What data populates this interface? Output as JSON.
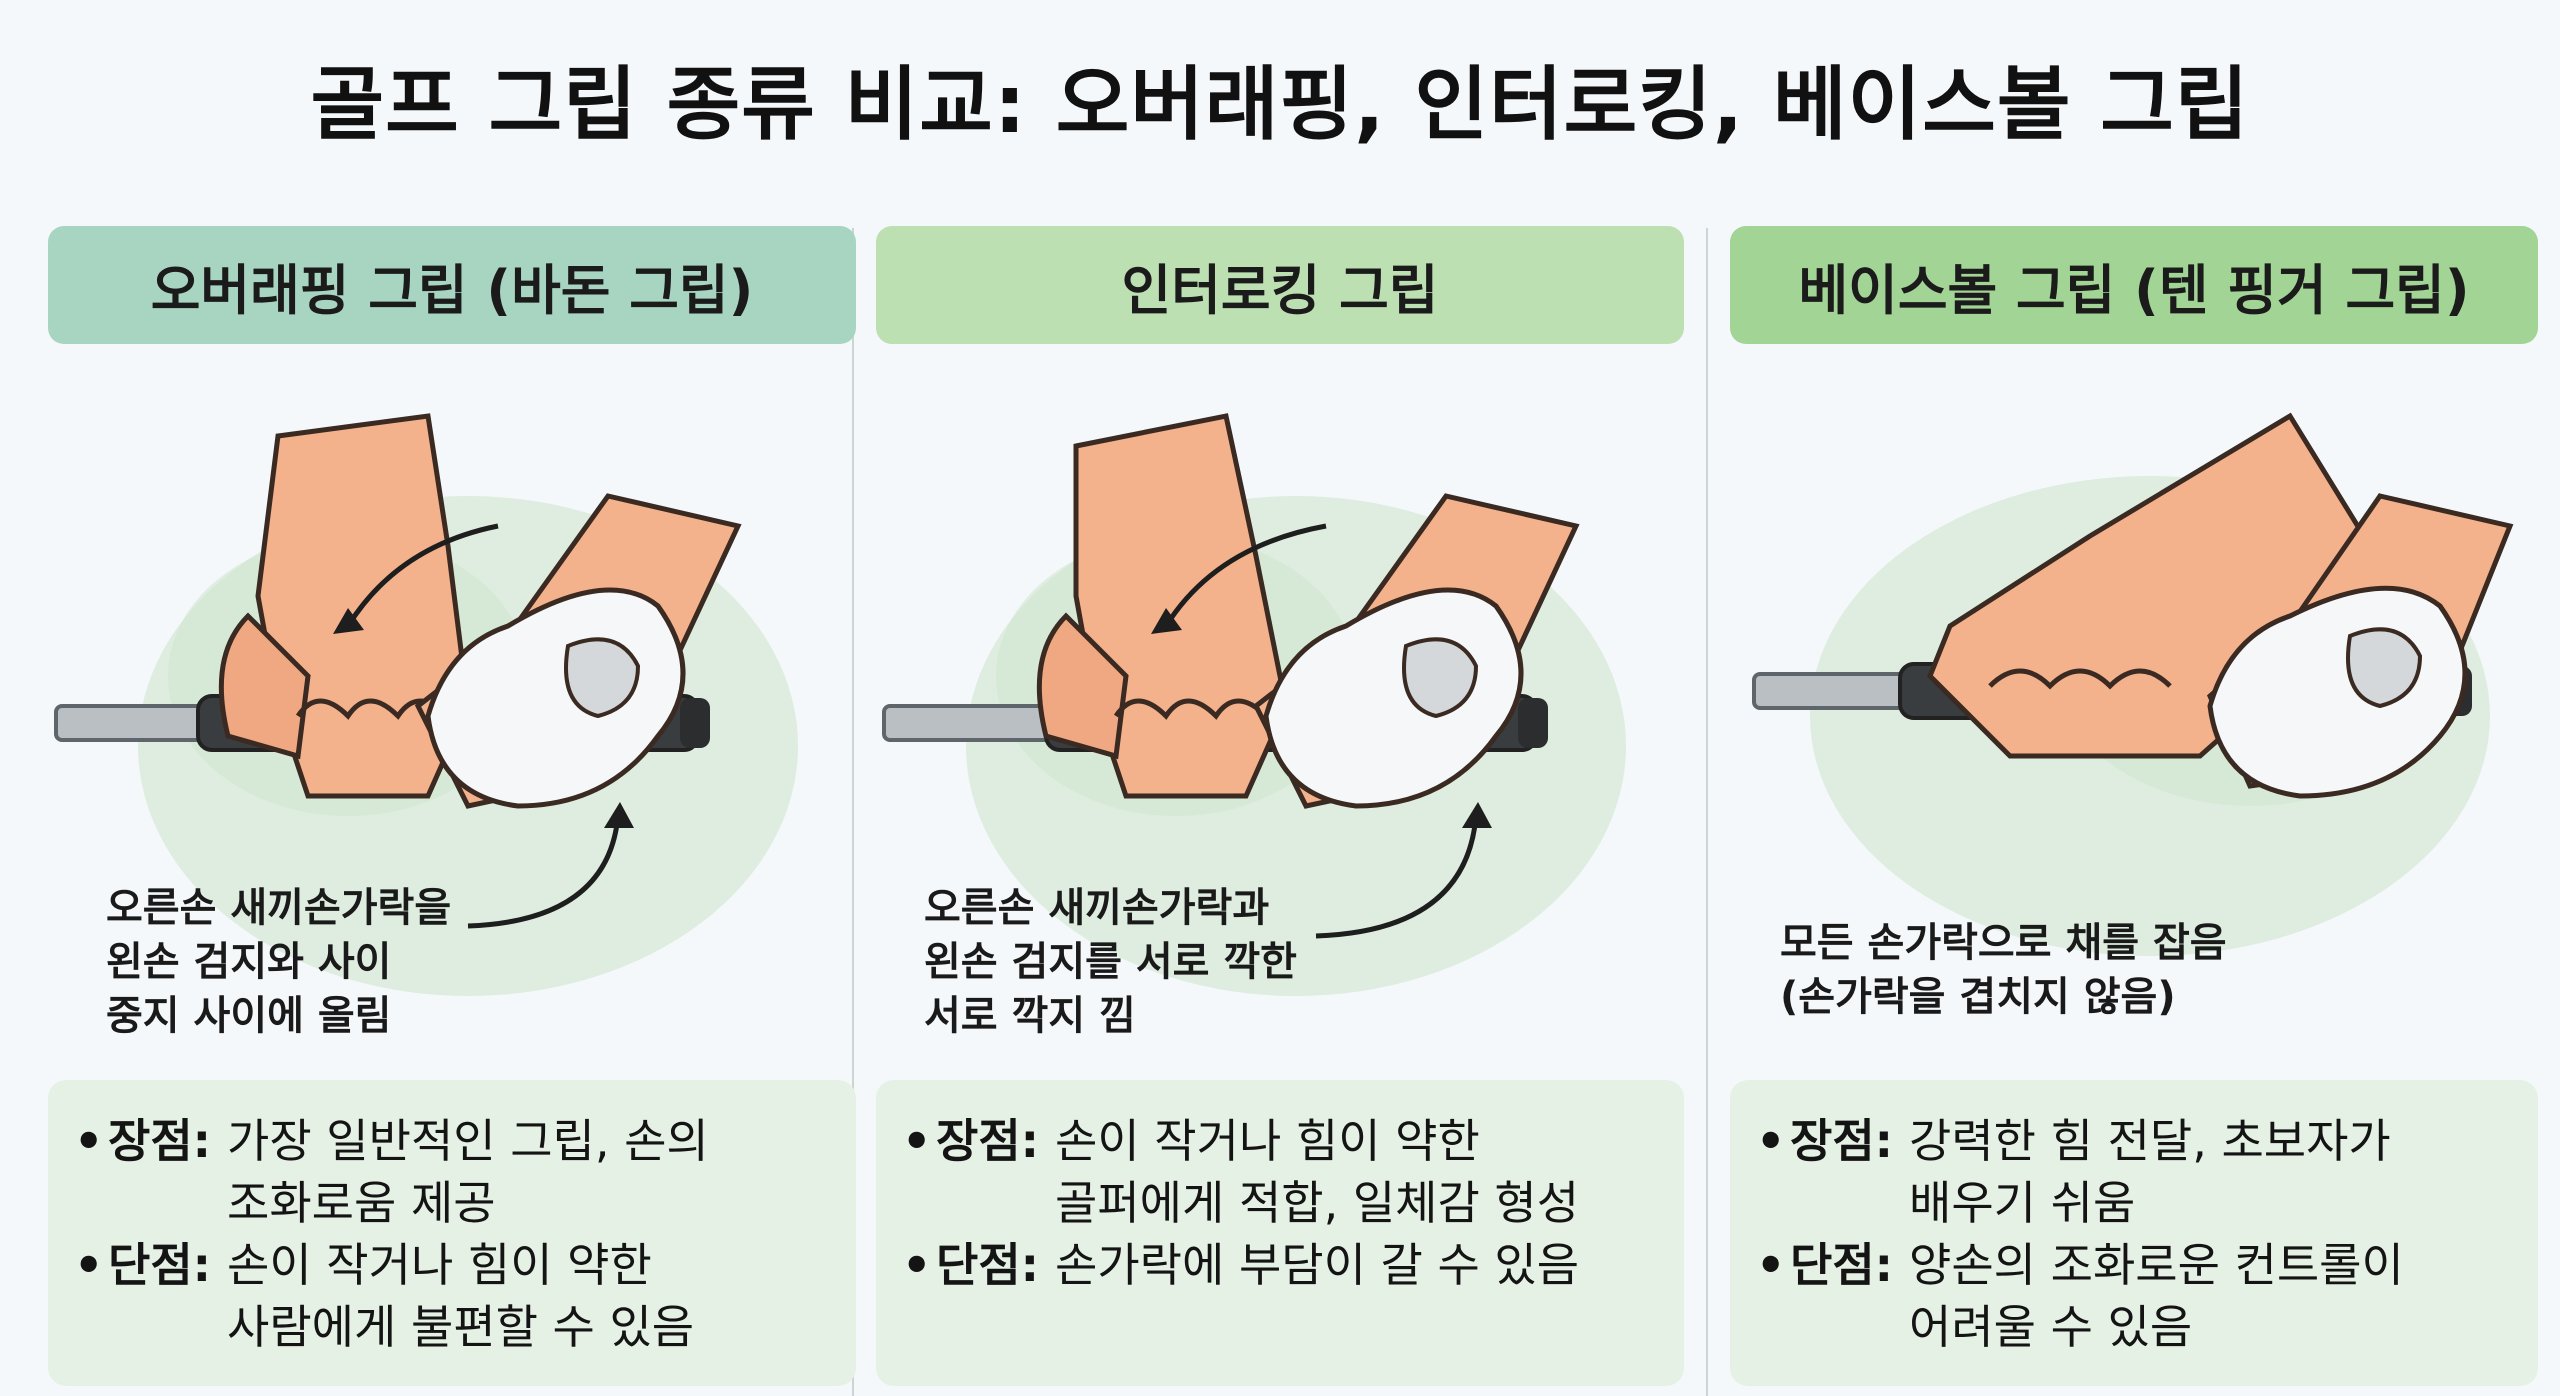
{
  "title": "골프 그립 종류 비교: 오버래핑, 인터로킹, 베이스볼 그립",
  "colors": {
    "header1": "#a8d4c2",
    "header2": "#bde0b3",
    "header3": "#a2d496",
    "info_box": "#e6f1e6",
    "skin": "#f3b28c",
    "glove": "#f5f7f8",
    "grip": "#3a3d3f",
    "shaft": "#b9bfc3"
  },
  "panels": [
    {
      "header": "오버래핑 그립 (바돈 그립)",
      "caption": [
        "오른손 새끼손가락을",
        "왼손 검지와 사이",
        "중지 사이에 올림"
      ],
      "pros_label": "장점:",
      "pros": [
        "가장 일반적인 그립, 손의",
        "조화로움 제공"
      ],
      "cons_label": "단점:",
      "cons": [
        "손이 작거나 힘이 약한",
        "사람에게 불편할 수 있음"
      ],
      "icons": [
        "left-hand-icon",
        "gloved-hand-icon",
        "club-grip-icon",
        "curved-arrow-icon"
      ]
    },
    {
      "header": "인터로킹 그립",
      "caption": [
        "오른손 새끼손가락과",
        "왼손 검지를 서로 깍한",
        "서로 깍지 낌"
      ],
      "pros_label": "장점:",
      "pros": [
        "손이 작거나 힘이 약한",
        "골퍼에게 적합, 일체감 형성"
      ],
      "cons_label": "단점:",
      "cons": [
        "손가락에 부담이 갈 수 있음"
      ],
      "icons": [
        "left-hand-icon",
        "gloved-hand-icon",
        "club-grip-icon",
        "curved-arrow-icon"
      ]
    },
    {
      "header": "베이스볼 그립 (텐 핑거 그립)",
      "caption": [
        "모든 손가락으로 채를 잡음",
        "(손가락을 겹치지 않음)"
      ],
      "pros_label": "장점:",
      "pros": [
        "강력한 힘 전달, 초보자가",
        "배우기 쉬움"
      ],
      "cons_label": "단점:",
      "cons": [
        "양손의 조화로운 컨트롤이",
        "어려울 수 있음"
      ],
      "icons": [
        "left-hand-icon",
        "gloved-hand-icon",
        "club-grip-icon"
      ]
    }
  ]
}
